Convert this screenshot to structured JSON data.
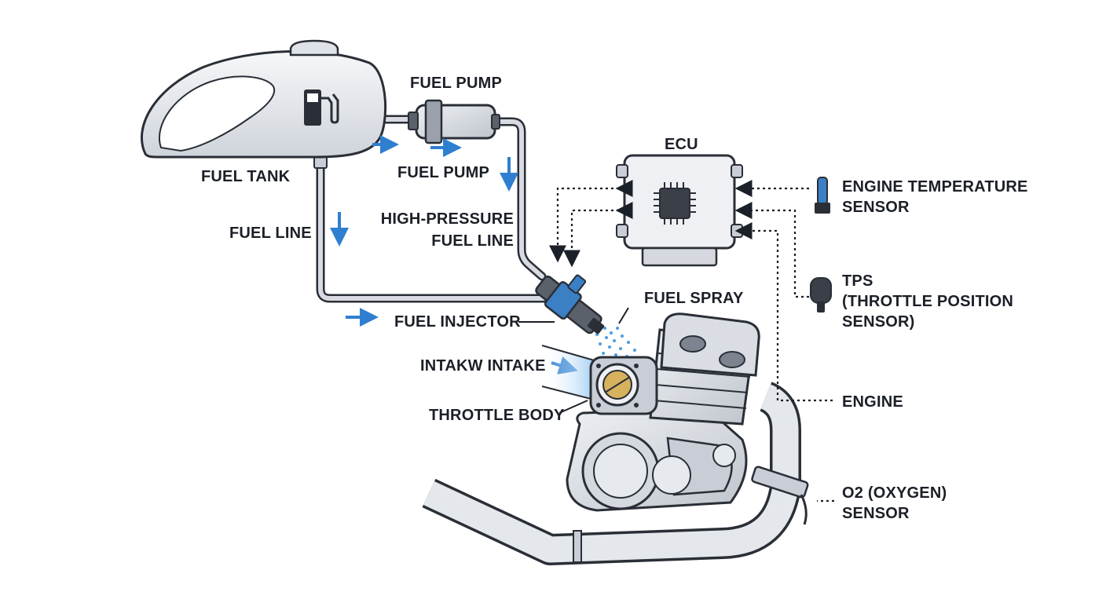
{
  "labels": {
    "fuel_tank": "FUEL TANK",
    "fuel_pump_top": "FUEL PUMP",
    "fuel_pump_bottom": "FUEL PUMP",
    "fuel_line": "FUEL LINE",
    "high_pressure_1": "HIGH-PRESSURE",
    "high_pressure_2": "FUEL LINE",
    "fuel_injector": "FUEL INJECTOR",
    "fuel_spray": "FUEL SPRAY",
    "intake": "INTAKW INTAKE",
    "throttle_body": "THROTTLE BODY",
    "ecu": "ECU",
    "engine_temp_1": "ENGINE TEMPERATURE",
    "engine_temp_2": "SENSOR",
    "tps_1": "TPS",
    "tps_2": "(THROTTLE POSITION",
    "tps_3": "SENSOR)",
    "engine": "ENGINE",
    "o2_1": "O2 (OXYGEN)",
    "o2_2": "SENSOR"
  },
  "colors": {
    "flow_arrow": "#2f7fd0",
    "outline": "#2a2e36",
    "metal_light": "#e9ecf0",
    "metal_mid": "#c9ced6",
    "injector_blue": "#3b7fc4"
  },
  "icons": {
    "fuel_tank_badge": "fuel-pump-icon",
    "ecu_chip": "chip-icon"
  }
}
